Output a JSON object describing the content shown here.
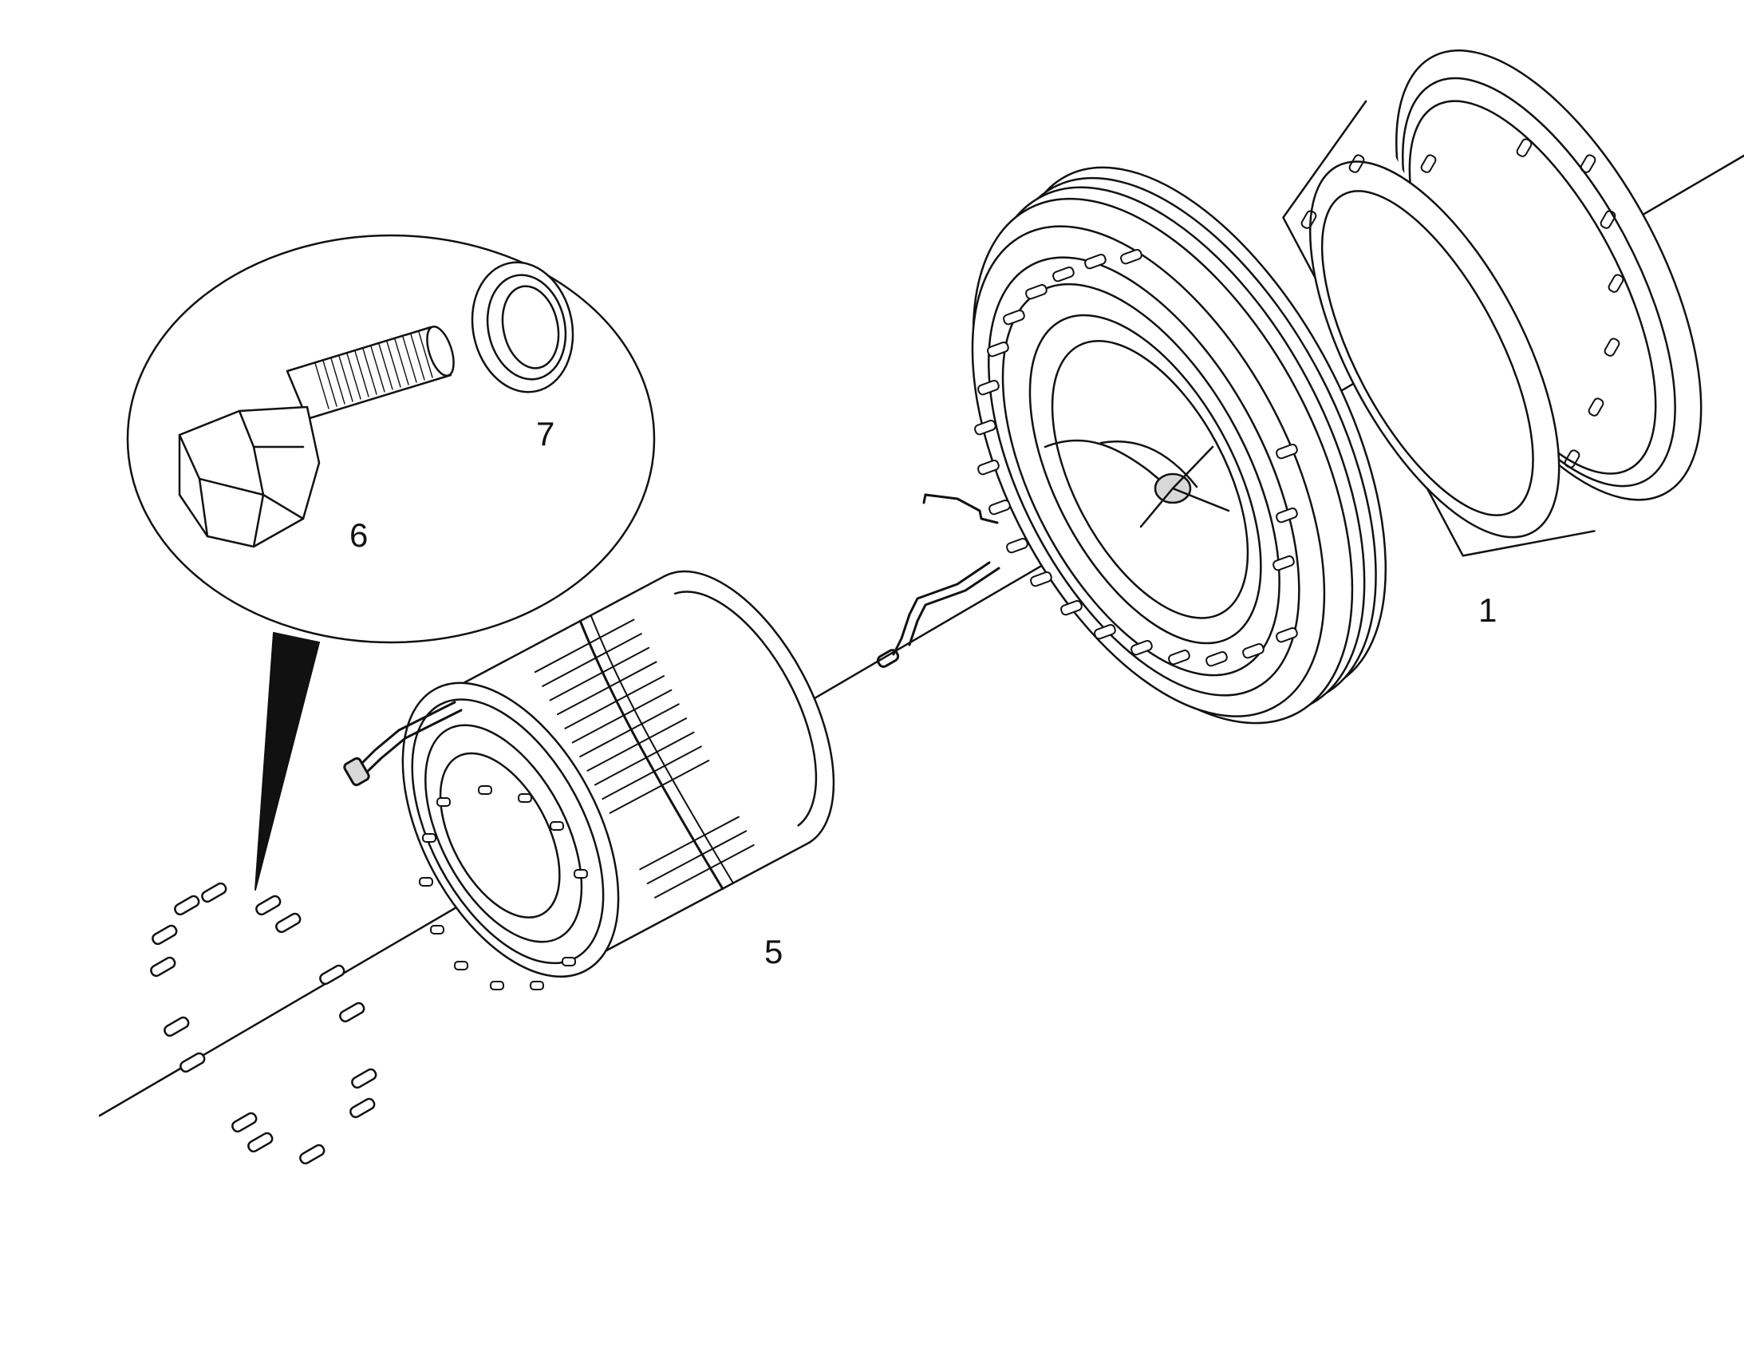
{
  "callouts": {
    "part_1": "1",
    "part_5": "5",
    "part_6": "6",
    "part_7": "7"
  },
  "colors": {
    "line": "#111111",
    "fill": "#ffffff",
    "shade": "#d8d8d8"
  }
}
